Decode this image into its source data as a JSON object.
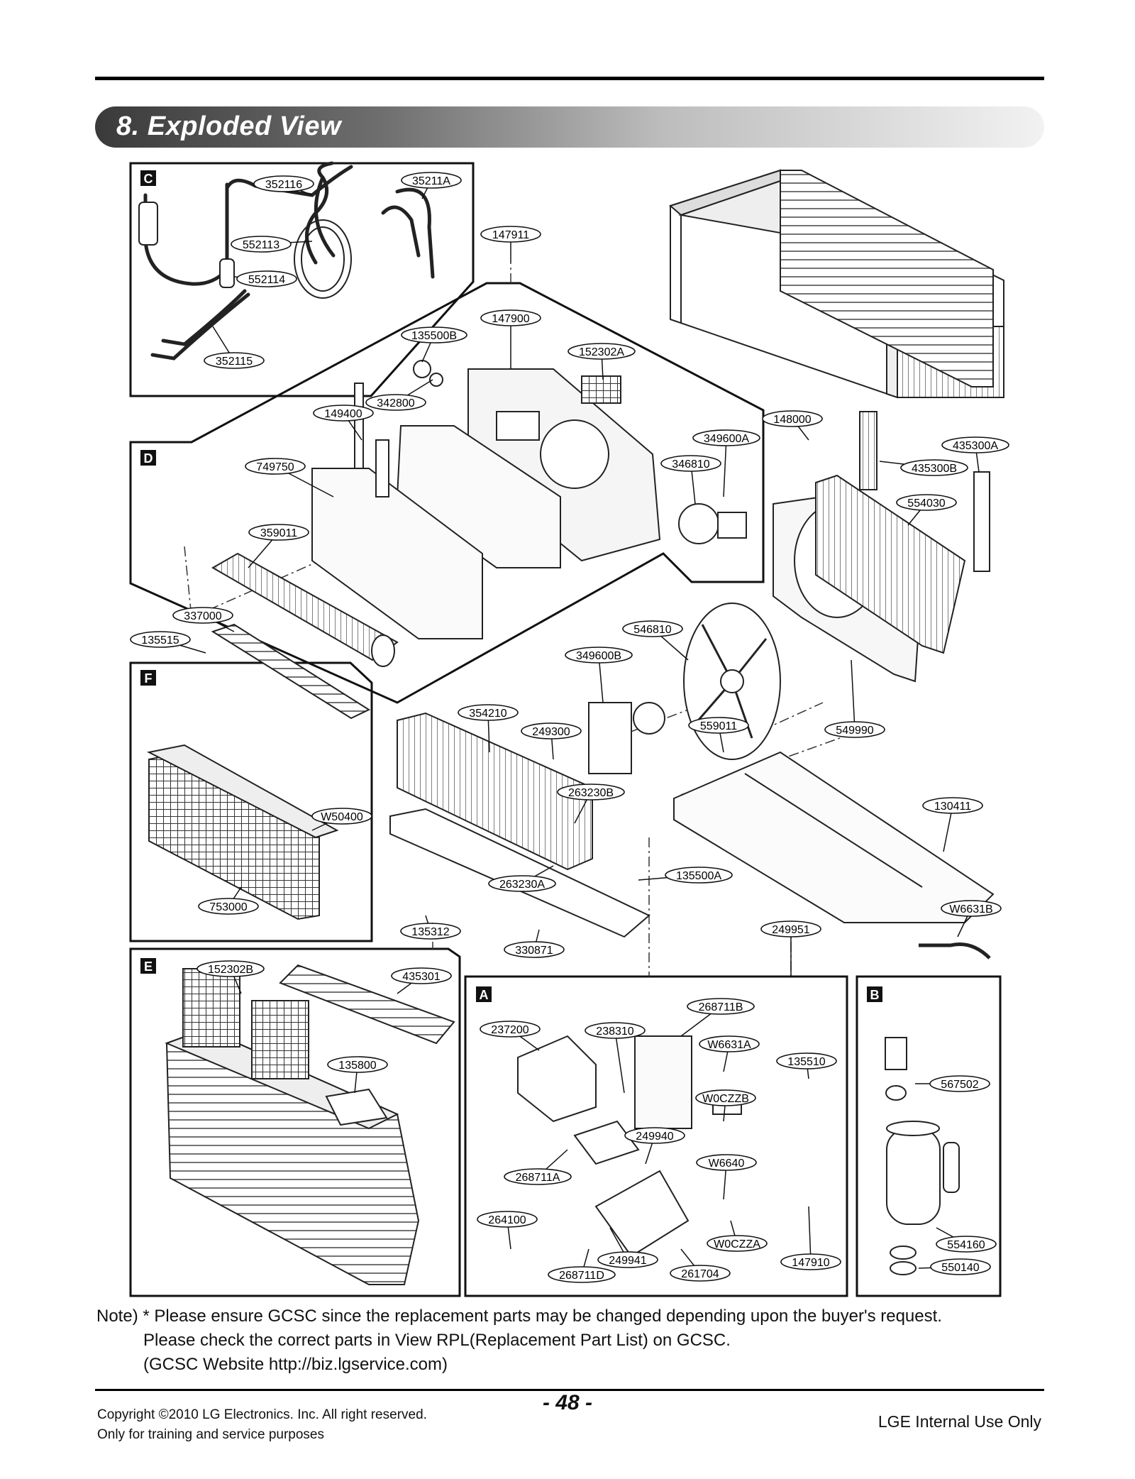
{
  "header": {
    "title": "8. Exploded View"
  },
  "section_labels": [
    "C",
    "D",
    "F",
    "E",
    "A",
    "B"
  ],
  "parts": {
    "p352116": "352116",
    "p35211A": "35211A",
    "p552113": "552113",
    "p552114": "552114",
    "p352115": "352115",
    "p147911": "147911",
    "p147900": "147900",
    "p135500B": "135500B",
    "p152302A": "152302A",
    "p342800": "342800",
    "p149400": "149400",
    "p749750": "749750",
    "p359011": "359011",
    "p349600A": "349600A",
    "p346810": "346810",
    "p148000": "148000",
    "p435300A": "435300A",
    "p435300B": "435300B",
    "p554030": "554030",
    "p337000": "337000",
    "p135515": "135515",
    "p546810": "546810",
    "p349600B": "349600B",
    "p354210": "354210",
    "p249300": "249300",
    "p559011": "559011",
    "p549990": "549990",
    "p263230B": "263230B",
    "p130411": "130411",
    "pW50400": "W50400",
    "p135500A": "135500A",
    "p263230A": "263230A",
    "p753000": "753000",
    "pW6631B": "W6631B",
    "p135312": "135312",
    "p330871": "330871",
    "p249951": "249951",
    "p152302B": "152302B",
    "p435301": "435301",
    "p135800": "135800",
    "p268711B": "268711B",
    "p237200": "237200",
    "p238310": "238310",
    "pW6631A": "W6631A",
    "p135510": "135510",
    "pW0CZZB": "W0CZZB",
    "p249940": "249940",
    "pW6640": "W6640",
    "p268711A": "268711A",
    "p264100": "264100",
    "pW0CZZA": "W0CZZA",
    "p249941": "249941",
    "p268711D": "268711D",
    "p261704": "261704",
    "p147910": "147910",
    "p567502": "567502",
    "p554160": "554160",
    "p550140": "550140"
  },
  "note": {
    "line1": "Note) * Please ensure GCSC since the replacement parts may be changed depending upon the buyer's request.",
    "line2": "Please check  the correct parts in View RPL(Replacement Part List) on GCSC.",
    "line3": "(GCSC Website  http://biz.lgservice.com)"
  },
  "footer": {
    "copyright": "Copyright ©2010 LG Electronics. Inc. All right reserved.",
    "training": "Only for training and service purposes",
    "page_number": "- 48 -",
    "internal": "LGE Internal Use Only"
  }
}
